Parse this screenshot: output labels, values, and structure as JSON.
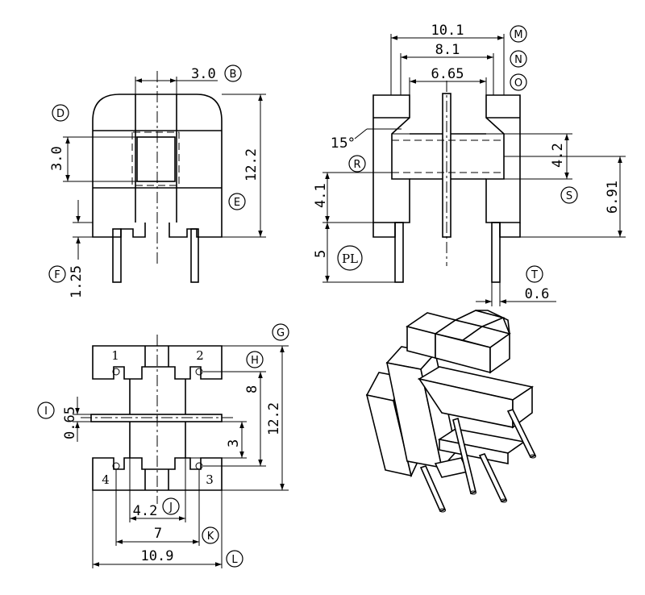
{
  "dimensions": {
    "front_top_width": "3.0",
    "front_window_height": "3.0",
    "front_height": "12.2",
    "front_pin_length": "1.25",
    "side_width_outer": "10.1",
    "side_width_mid": "8.1",
    "side_width_inner": "6.65",
    "side_angle": "15°",
    "side_slot_height": "4.2",
    "side_right_height": "6.91",
    "side_base_height": "4.1",
    "side_pin_length": "5",
    "side_pin_dia": "0.6",
    "bottom_pin_pitch_v": "8",
    "bottom_total_height": "12.2",
    "bottom_plate_thickness": "0.65",
    "bottom_small_height": "3",
    "bottom_inner_width": "4.2",
    "bottom_pin_pitch_h": "7",
    "bottom_total_width": "10.9"
  },
  "labels": {
    "B": "B",
    "D": "D",
    "E": "E",
    "F": "F",
    "M": "M",
    "N": "N",
    "O": "O",
    "R": "R",
    "S": "S",
    "T": "T",
    "PL": "PL",
    "G": "G",
    "H": "H",
    "I": "I",
    "J": "J",
    "K": "K",
    "L": "L"
  },
  "pins": {
    "p1": "1",
    "p2": "2",
    "p3": "3",
    "p4": "4"
  }
}
